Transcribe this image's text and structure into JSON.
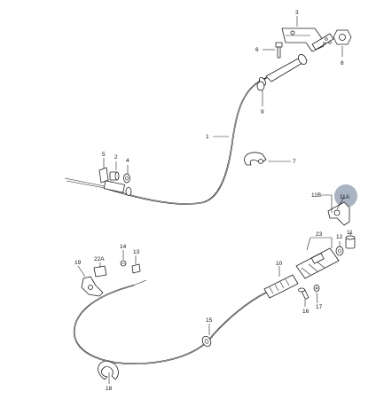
{
  "callouts": {
    "c1": "1",
    "c2": "2",
    "c3": "3",
    "c4": "4",
    "c5": "5",
    "c6": "6",
    "c7": "7",
    "c8": "8",
    "c9": "9",
    "c10": "10",
    "c11": "11",
    "c11a": "11A",
    "c11b": "11B",
    "c12": "12",
    "c13": "13",
    "c14": "14",
    "c15": "15",
    "c16": "16",
    "c17": "17",
    "c18": "18",
    "c19": "19",
    "c22a": "22A",
    "c23": "23"
  },
  "colors": {
    "line": "#222222",
    "highlight": "#a9b4c2",
    "background": "#ffffff"
  }
}
